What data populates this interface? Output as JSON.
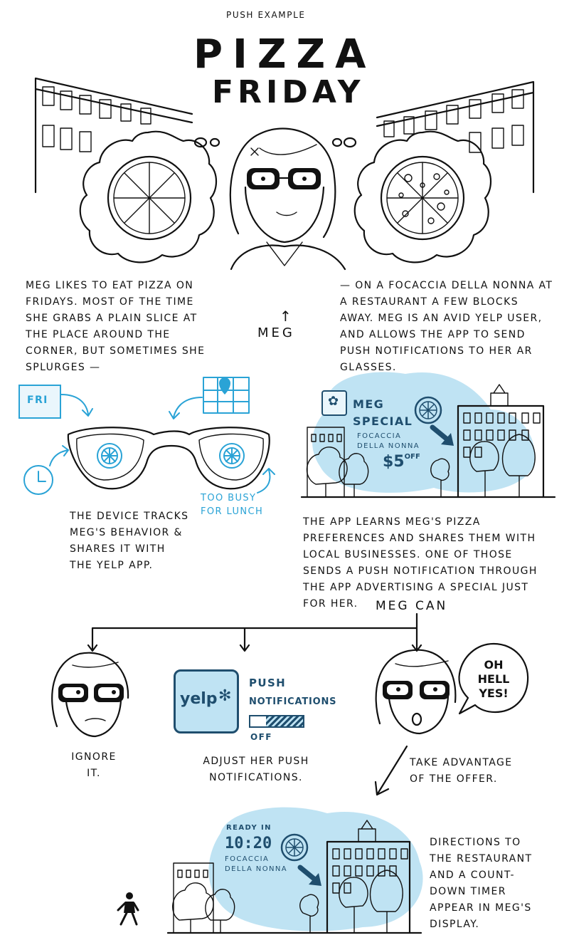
{
  "header": {
    "kicker": "PUSH EXAMPLE",
    "title_line1": "PIZZA",
    "title_line2": "FRIDAY"
  },
  "intro": {
    "left_text": "MEG LIKES TO EAT PIZZA ON FRIDAYS. MOST OF THE TIME SHE GRABS A PLAIN SLICE AT THE PLACE AROUND THE CORNER, BUT SOMETIMES SHE SPLURGES —",
    "meg_label": "MEG",
    "meg_arrow": "↑",
    "right_text": "— ON A FOCACCIA DELLA NONNA AT A RESTAURANT A FEW BLOCKS AWAY. MEG IS AN AVID YELP USER, AND ALLOWS THE APP TO SEND PUSH NOTIFICATIONS TO HER AR GLASSES."
  },
  "device_panel": {
    "calendar_label": "FRI",
    "busy_note": "TOO BUSY FOR LUNCH",
    "caption": "THE DEVICE TRACKS MEG'S BEHAVIOR & SHARES IT WITH THE YELP APP."
  },
  "special_panel": {
    "title_line1": "MEG",
    "title_line2": "SPECIAL",
    "item_line1": "FOCACCIA",
    "item_line2": "DELLA NONNA",
    "price": "$5",
    "price_suffix": "OFF",
    "caption": "THE APP LEARNS MEG'S PIZZA PREFERENCES AND SHARES THEM WITH LOCAL BUSINESSES. ONE OF THOSE SENDS A PUSH NOTIFICATION THROUGH THE APP ADVERTISING A SPECIAL JUST FOR HER."
  },
  "options": {
    "heading": "MEG CAN",
    "ignore_label": "IGNORE IT.",
    "yelp_logo": "yelp",
    "push_title_line1": "PUSH",
    "push_title_line2": "NOTIFICATIONS",
    "toggle_state": "OFF",
    "adjust_label": "ADJUST HER PUSH NOTIFICATIONS.",
    "speech_line1": "OH",
    "speech_line2": "HELL",
    "speech_line3": "YES!",
    "take_label": "TAKE ADVANTAGE OF THE OFFER."
  },
  "final_panel": {
    "ready_label": "READY IN",
    "timer": "10:20",
    "item_line1": "FOCACCIA",
    "item_line2": "DELLA NONNA",
    "caption": "DIRECTIONS TO THE RESTAURANT AND A COUNT-DOWN TIMER APPEAR IN MEG'S DISPLAY."
  },
  "colors": {
    "ink": "#111111",
    "accent_blue": "#2aa3d6",
    "wash_blue": "#bfe3f3",
    "navy": "#1f4e6e"
  }
}
